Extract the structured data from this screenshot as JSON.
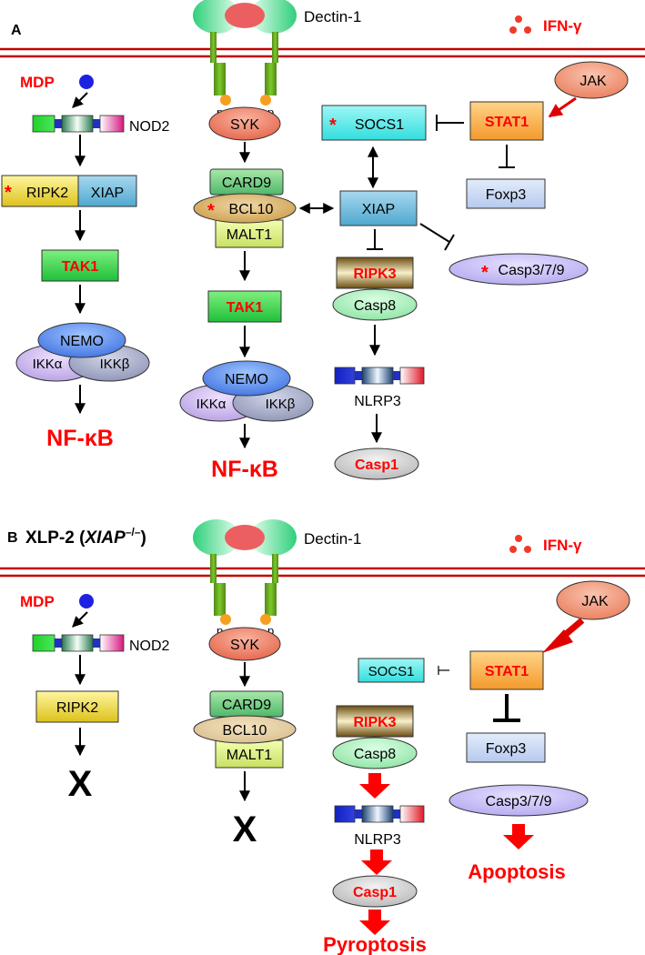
{
  "panel_a": {
    "panel_label": "A",
    "dectin": "Dectin-1",
    "ifn": "IFN-γ",
    "mdp": "MDP",
    "nod2": "NOD2",
    "p1": "p",
    "p2": "p",
    "syk": "SYK",
    "card9": "CARD9",
    "bcl10": "BCL10",
    "malt1": "MALT1",
    "tak1_left": "TAK1",
    "tak1_mid": "TAK1",
    "ripk2": "RIPK2",
    "xiap_left": "XIAP",
    "nemo_left": "NEMO",
    "ikka_left": "IKKα",
    "ikkb_left": "IKKβ",
    "nemo_mid": "NEMO",
    "ikka_mid": "IKKα",
    "ikkb_mid": "IKKβ",
    "nfkb_left": "NF-κB",
    "nfkb_mid": "NF-κB",
    "socs1": "SOCS1",
    "stat1": "STAT1",
    "jak": "JAK",
    "foxp3": "Foxp3",
    "xiap_center": "XIAP",
    "ripk3": "RIPK3",
    "casp8": "Casp8",
    "casp379": "Casp3/7/9",
    "nlrp3": "NLRP3",
    "casp1": "Casp1",
    "asterisk": "*"
  },
  "panel_b": {
    "panel_label": "B",
    "title_prefix": "XLP-2 (",
    "title_gene": "XIAP",
    "title_sup": "–/–",
    "title_suffix": ")",
    "dectin": "Dectin-1",
    "ifn": "IFN-γ",
    "mdp": "MDP",
    "nod2": "NOD2",
    "p1": "p",
    "p2": "p",
    "syk": "SYK",
    "card9": "CARD9",
    "bcl10": "BCL10",
    "malt1": "MALT1",
    "ripk2": "RIPK2",
    "x_left": "X",
    "x_mid": "X",
    "socs1": "SOCS1",
    "stat1": "STAT1",
    "jak": "JAK",
    "foxp3": "Foxp3",
    "ripk3": "RIPK3",
    "casp8": "Casp8",
    "nlrp3": "NLRP3",
    "casp1": "Casp1",
    "casp379": "Casp3/7/9",
    "pyroptosis": "Pyroptosis",
    "apoptosis": "Apoptosis"
  },
  "colors": {
    "membrane": "#c00000",
    "highlight_text": "#ff0000",
    "arrow": "#000000",
    "red_arrow": "#ff0000"
  }
}
